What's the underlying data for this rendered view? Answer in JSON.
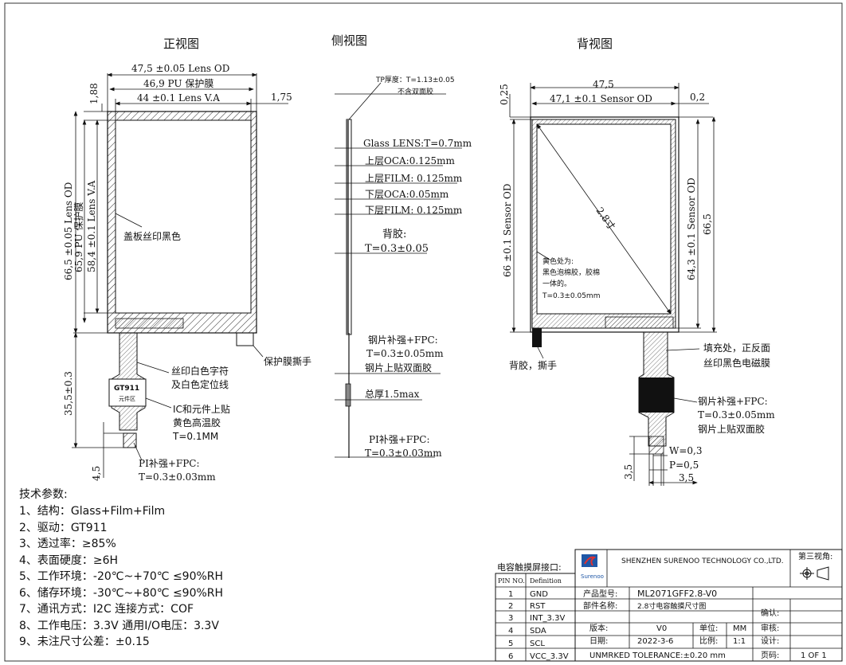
{
  "views": {
    "front": "正视图",
    "side": "侧视图",
    "back": "背视图"
  },
  "front": {
    "dim_lens_od": "47,5 ±0.05 Lens OD",
    "dim_pu_film": "46,9 PU 保护膜",
    "dim_lens_va": "44 ±0.1 Lens V.A",
    "dim_left_gap": "1,88",
    "dim_right_gap": "1,75",
    "dim_v_lens_od": "66,5 ±0.05 Lens OD",
    "dim_v_pu": "65,9 PU 保护膜",
    "dim_v_va": "58,4 ±0.1 Lens V.A",
    "dim_fpc_len": "35,5±0.3",
    "dim_stiff": "4,5",
    "label_cover": "盖板丝印黑色",
    "label_tab": "保护膜撕手",
    "label_white1": "丝印白色字符",
    "label_white2": "及白色定位线",
    "label_ic1": "IC和元件上贴",
    "label_ic2": "黄色高温胶",
    "label_ic3": "T=0.1MM",
    "label_pi1": "PI补强+FPC:",
    "label_pi2": "T=0.3±0.03mm",
    "chip_name": "GT911",
    "chip_area": "元件区"
  },
  "side": {
    "tp1": "TP厚度：T=1.13±0.05",
    "tp2": "不含双面胶",
    "glass": "Glass LENS:T=0.7mm",
    "oca1": "上层OCA:0.125mm",
    "film1": "上层FILM: 0.125mm",
    "oca2": "下层OCA:0.05mm",
    "film2": "下层FILM: 0.125mm",
    "back1": "背胶:",
    "back2": "T=0.3±0.05",
    "steel1": "钢片补强+FPC:",
    "steel2": "T=0.3±0.05mm",
    "steel3": "钢片上贴双面胶",
    "total": "总厚1.5max",
    "pi1": "PI补强+FPC:",
    "pi2": "T=0.3±0.03mm"
  },
  "back": {
    "dim_475": "47,5",
    "dim_sensor": "47,1 ±0.1 Sensor OD",
    "dim_02": "0,2",
    "dim_025": "0,25",
    "dim_v_sensor_l": "66 ±0.1 Sensor OD",
    "dim_v_sensor_r": "64,3 ±0.1 Sensor OD",
    "dim_665": "66,5",
    "diag": "2.8寸",
    "yellow1": "黄色处为:",
    "yellow2": "黑色泡棉胶，胶棉",
    "yellow3": "一体的。",
    "yellow4": "T=0.3±0.05mm",
    "backglue": "背胶，撕手",
    "fill1": "填充处，正反面",
    "fill2": "丝印黑色电磁膜",
    "steel1": "钢片补强+FPC:",
    "steel2": "T=0.3±0.05mm",
    "steel3": "钢片上贴双面胶",
    "w": "W=0,3",
    "p": "P=0,5",
    "d35a": "3,5",
    "d35b": "3,5"
  },
  "specs": {
    "title": "技术参数:",
    "items": [
      "1、结构：Glass+Film+Film",
      "2、驱动：GT911",
      "3、透过率：≥85%",
      "4、表面硬度：≥6H",
      "5、工作环境：-20℃~+70℃ ≤90%RH",
      "6、储存环境：-30℃~+80℃ ≤90%RH",
      "7、通讯方式：I2C 连接方式：COF",
      "8、工作电压：3.3V 通用I/O电压：3.3V",
      "9、未注尺寸公差：±0.15"
    ]
  },
  "pins": {
    "title": "电容触摸屏接口:",
    "head_no": "PIN NO.",
    "head_def": "Definition",
    "rows": [
      {
        "no": "1",
        "def": "GND"
      },
      {
        "no": "2",
        "def": "RST"
      },
      {
        "no": "3",
        "def": "INT_3.3V"
      },
      {
        "no": "4",
        "def": "SDA"
      },
      {
        "no": "5",
        "def": "SCL"
      },
      {
        "no": "6",
        "def": "VCC_3.3V"
      }
    ]
  },
  "titleblock": {
    "company": "SHENZHEN SURENOO TECHNOLOGY CO.,LTD.",
    "logo_text": "Surenoo",
    "third_angle": "第三视角:",
    "model_label": "产品型号:",
    "model": "ML2071GFF2.8-V0",
    "part_label": "部件名称:",
    "part": "2.8寸电容触摸尺寸图",
    "confirm": "确认:",
    "ver_label": "版本:",
    "ver": "V0",
    "unit_label": "单位:",
    "unit": "MM",
    "review": "审核:",
    "date_label": "日期:",
    "date": "2022-3-6",
    "scale_label": "比例:",
    "scale": "1:1",
    "design": "设计:",
    "tolerance": "UNMRKED TOLERANCE:±0.20 mm",
    "page_label": "页码:",
    "page": "1 OF 1"
  }
}
